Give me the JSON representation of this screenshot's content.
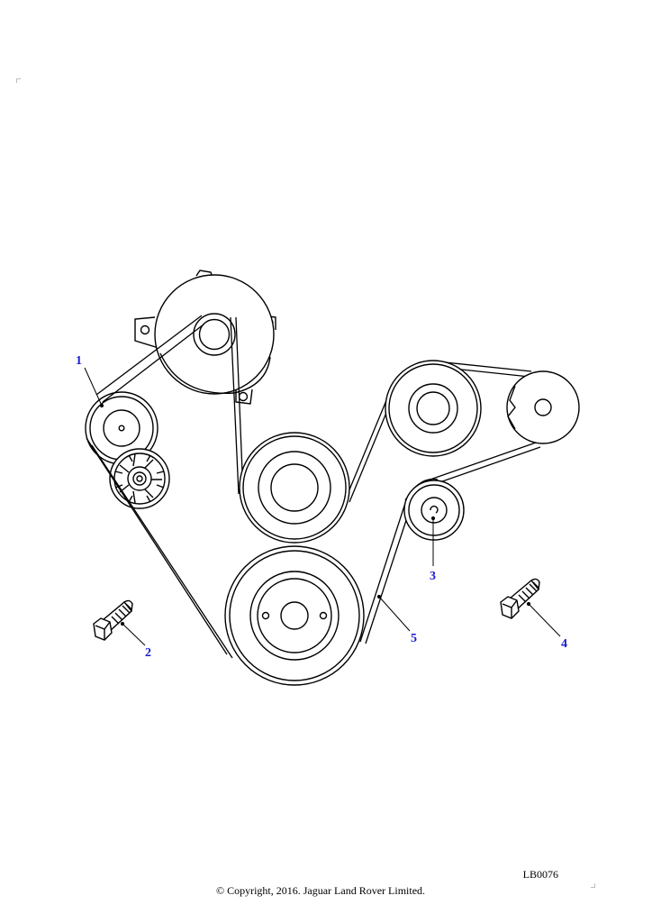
{
  "callouts": [
    {
      "id": "1",
      "label": "1",
      "color": "#1a1ad0"
    },
    {
      "id": "2",
      "label": "2",
      "color": "#1a1ad0"
    },
    {
      "id": "3",
      "label": "3",
      "color": "#1a1ad0"
    },
    {
      "id": "4",
      "label": "4",
      "color": "#1a1ad0"
    },
    {
      "id": "5",
      "label": "5",
      "color": "#1a1ad0"
    }
  ],
  "footer": {
    "reference": "LB0076",
    "copyright": "© Copyright, 2016. Jaguar Land Rover Limited."
  },
  "colors": {
    "line": "#000000",
    "callout": "#1a1ad0"
  }
}
